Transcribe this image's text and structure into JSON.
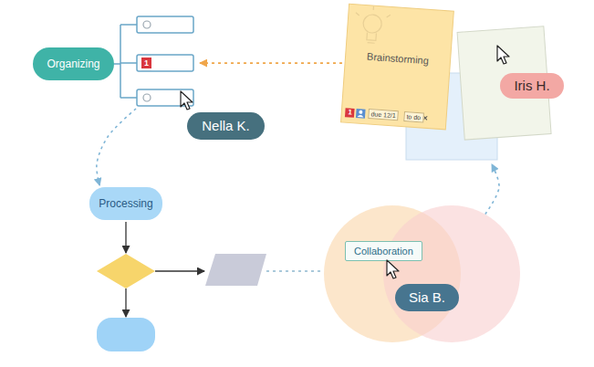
{
  "diagram": {
    "nodes": [
      {
        "text": [
          "Organizing"
        ]
      },
      {
        "text": [
          "Nella K."
        ]
      },
      {
        "text": [
          "Brainstorming"
        ]
      },
      {
        "text": [
          "Iris H."
        ]
      },
      {
        "text": [
          "Processing"
        ]
      },
      {
        "text": [
          "Collaboration"
        ]
      },
      {
        "text": [
          "Sia B."
        ],
        "in": 5
      }
    ],
    "edges": [
      {
        "from": 2,
        "to": 0,
        "arrow": "to"
      },
      {
        "from": 0,
        "to": 4,
        "arrow": "to"
      },
      {
        "from": 5,
        "to": 2,
        "arrow": "to"
      }
    ],
    "labels": [
      "1",
      "1",
      "due 12/1",
      "to do"
    ]
  }
}
